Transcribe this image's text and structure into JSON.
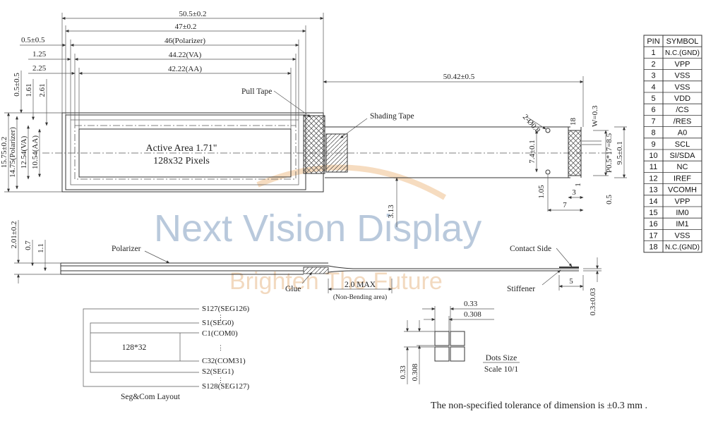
{
  "watermark": {
    "brand": "Next Vision Display",
    "slogan": "Brighten The Future"
  },
  "top_view": {
    "widths": {
      "outline": "50.5±0.2",
      "glass": "47±0.2",
      "polarizer": "46(Polarizer)",
      "va": "44.22(VA)",
      "aa": "42.22(AA)",
      "offset_a": "0.5±0.5",
      "offset_b": "1.25",
      "offset_c": "2.25"
    },
    "heights": {
      "outline": "15.75±0.2",
      "polarizer": "14.75(Polarizer)",
      "va": "12.54(VA)",
      "aa": "10.54(AA)",
      "offset_a": "0.5±0.5",
      "offset_b": "1.61",
      "offset_c": "2.61"
    },
    "active_area": {
      "title": "Active Area 1.71\"",
      "pixels": "128x32 Pixels"
    },
    "pull_tape": "Pull Tape",
    "shading_tape": "Shading Tape",
    "fpc_length": "50.42±0.5",
    "tail_offset": "3.13"
  },
  "fpc_detail": {
    "hole": "2-Ø0.8",
    "pin_count": "18",
    "width_w": "W=0.3",
    "pitch": "P0.5*17=8.5",
    "fpc_width": "9.5±0.1",
    "hole_spacing": "7.4±0.1",
    "bottom_offset": "1.05",
    "d1": "1",
    "d3": "3",
    "d7": "7",
    "d05": "0.5"
  },
  "side_view": {
    "thickness_total": "2.01±0.2",
    "d07": "0.7",
    "d11": "1.1",
    "polarizer": "Polarizer",
    "glue": "Glue",
    "bend": "2.0 MAX",
    "bend_note": "(Non-Bending area)",
    "contact_side": "Contact Side",
    "stiffener": "Stiffener",
    "stiffener_len": "5",
    "fpc_thickness": "0.3±0.03"
  },
  "seg_com": {
    "matrix": "128*32",
    "labels": [
      "S127(SEG126)",
      "S1(SEG0)",
      "C1(COM0)",
      "C32(COM31)",
      "S2(SEG1)",
      "S128(SEG127)"
    ],
    "vdots": [
      "⋮",
      "⋮",
      "⋮"
    ],
    "caption": "Seg&Com Layout"
  },
  "dots": {
    "w1": "0.33",
    "w2": "0.308",
    "h1": "0.33",
    "h2": "0.308",
    "title": "Dots Size",
    "scale": "Scale 10/1"
  },
  "tolerance_note": "The non-specified tolerance of dimension is ±0.3 mm .",
  "pin_table": {
    "headers": [
      "PIN",
      "SYMBOL"
    ],
    "rows": [
      [
        "1",
        "N.C.(GND)"
      ],
      [
        "2",
        "VPP"
      ],
      [
        "3",
        "VSS"
      ],
      [
        "4",
        "VSS"
      ],
      [
        "5",
        "VDD"
      ],
      [
        "6",
        "/CS"
      ],
      [
        "7",
        "/RES"
      ],
      [
        "8",
        "A0"
      ],
      [
        "9",
        "SCL"
      ],
      [
        "10",
        "SI/SDA"
      ],
      [
        "11",
        "NC"
      ],
      [
        "12",
        "IREF"
      ],
      [
        "13",
        "VCOMH"
      ],
      [
        "14",
        "VPP"
      ],
      [
        "15",
        "IM0"
      ],
      [
        "16",
        "IM1"
      ],
      [
        "17",
        "VSS"
      ],
      [
        "18",
        "N.C.(GND)"
      ]
    ]
  }
}
